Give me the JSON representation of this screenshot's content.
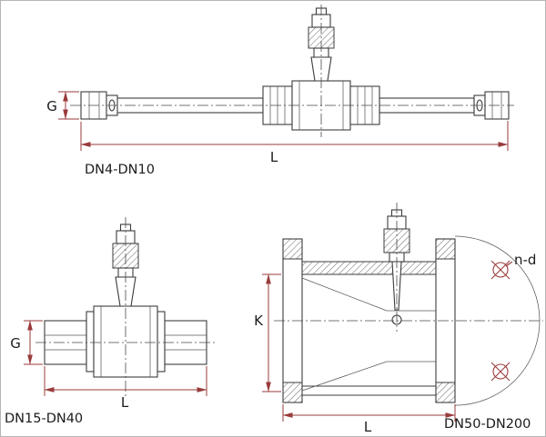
{
  "colors": {
    "outline": "#3c3c3c",
    "dimension": "#9a3b3b",
    "background": "#ffffff"
  },
  "diagrams": {
    "small": {
      "label": "DN4-DN10",
      "dim_g": "G",
      "dim_l": "L"
    },
    "medium": {
      "label": "DN15-DN40",
      "dim_g": "G",
      "dim_l": "L"
    },
    "large": {
      "label": "DN50-DN200",
      "dim_k": "K",
      "dim_l": "L",
      "dim_nd": "n-d"
    }
  }
}
